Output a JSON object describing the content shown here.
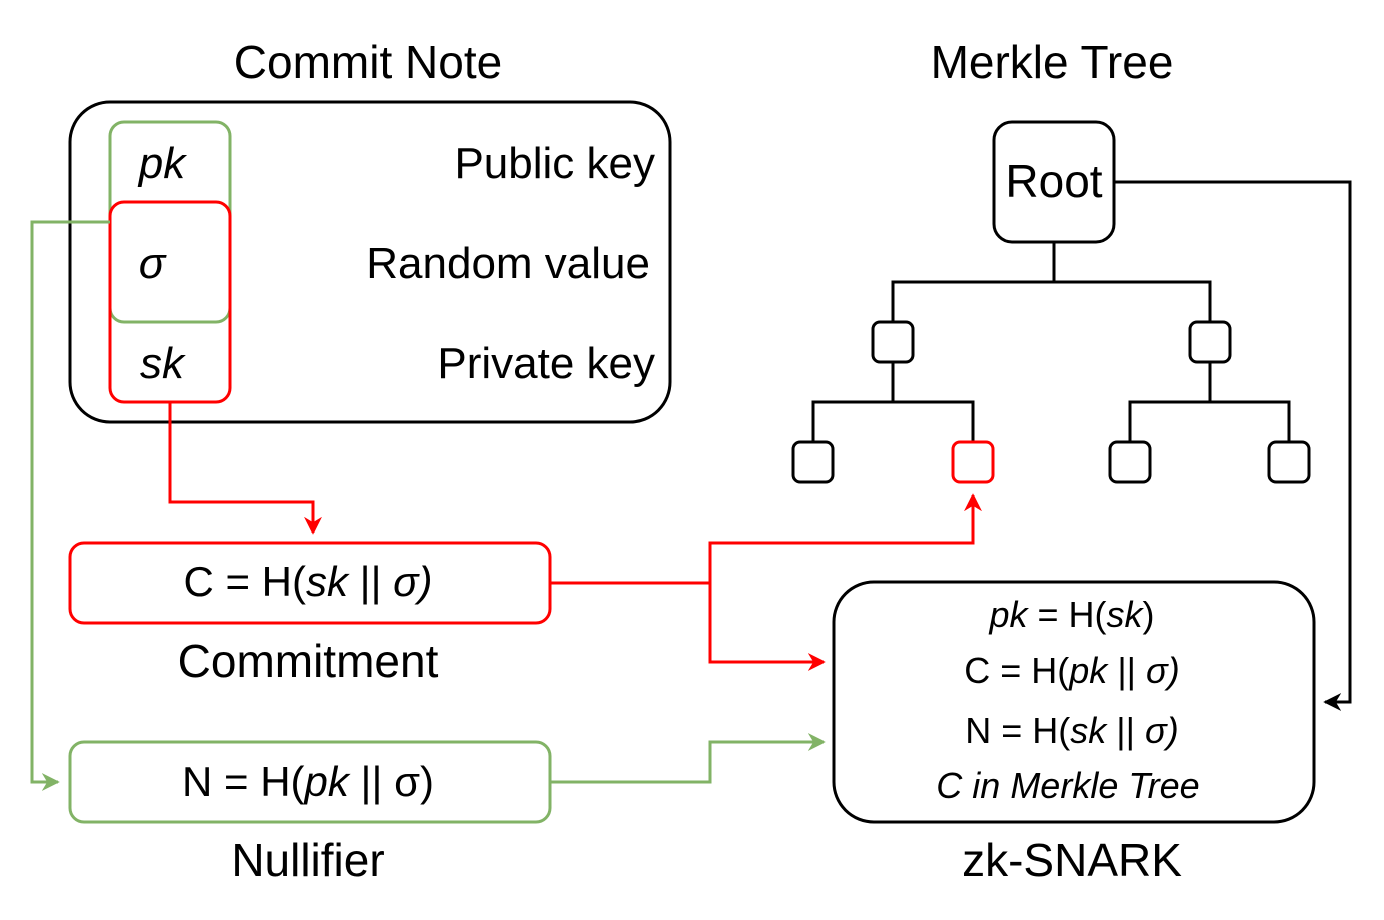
{
  "colors": {
    "line": "#000000",
    "commit_path": "#ff0000",
    "nullifier_path": "#82b366",
    "background": "#ffffff"
  },
  "commit_note": {
    "title": "Commit Note",
    "rows": [
      {
        "symbol": "pk",
        "label": "Public key"
      },
      {
        "symbol": "σ",
        "label": "Random value"
      },
      {
        "symbol": "sk",
        "label": "Private key"
      }
    ]
  },
  "merkle_tree": {
    "title": "Merkle Tree",
    "root_label": "Root"
  },
  "commitment": {
    "formula": {
      "prefix": "C = H(",
      "a": "sk",
      "sep": " || ",
      "b": "σ)"
    },
    "caption": "Commitment"
  },
  "nullifier": {
    "formula": {
      "prefix": "N = H(",
      "a": "pk",
      "sep": " || ",
      "b": "σ)"
    },
    "caption": "Nullifier"
  },
  "zk_snark": {
    "caption": "zk-SNARK",
    "line1": {
      "a": "pk",
      "mid": " = H(",
      "b": "sk",
      "end": ")"
    },
    "line2": {
      "prefix": "C = H(",
      "a": "pk",
      "sep": " || ",
      "b": "σ)"
    },
    "line3": {
      "prefix": "N = H(",
      "a": "sk",
      "sep": " || ",
      "b": "σ)"
    },
    "line4": "C in Merkle Tree"
  }
}
